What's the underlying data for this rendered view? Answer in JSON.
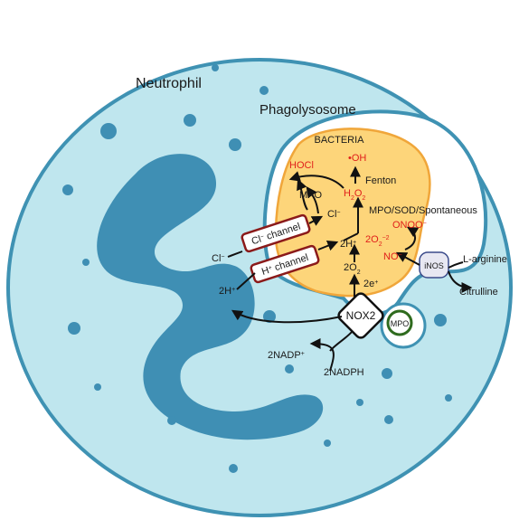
{
  "labels": {
    "neutrophil": "Neutrophil",
    "phagolysosome": "Phagolysosome",
    "bacteria": "BACTERIA",
    "oh": "•OH",
    "hocl": "HOCl",
    "fenton": "Fenton",
    "h2o2": "H",
    "h2o2_sub": "2",
    "h2o2_o": "O",
    "h2o2_sub2": "2",
    "mpo_top": "MPO",
    "cl_minus_in": "Cl",
    "cl_sup": "−",
    "mpo_sod": "MPO/SOD/Spontaneous",
    "onoo": "ONOO",
    "onoo_sup": "−",
    "two_h_in": "2H",
    "two_h_in_sup": "+",
    "two_o2_radical": "2O",
    "two_o2_radical_sub": "2",
    "two_o2_radical_sup": "−2",
    "no": "NO",
    "no_sup": "−",
    "two_o2": "2O",
    "two_o2_sub": "2",
    "two_e": "2e",
    "two_e_sup": "+",
    "cl_channel": "Cl",
    "cl_channel_sup": "−",
    "cl_channel_word": " channel",
    "h_channel": "H",
    "h_channel_sup": "+",
    "h_channel_word": " channel",
    "cl_out": "Cl",
    "cl_out_sup": "−",
    "two_h_out": "2H",
    "two_h_out_sup": "+",
    "inos": "iNOS",
    "l_arginine": "L-arginine",
    "citrulline": "Citrulline",
    "nox2": "NOX2",
    "mpo_granule": "MPO",
    "two_nadp": "2NADP",
    "two_nadp_sup": "+",
    "two_nadph": "2NADPH"
  },
  "colors": {
    "cell_fill": "#bfe6ee",
    "cell_stroke": "#3f92b3",
    "nucleus": "#3f8fb4",
    "granule": "#3f8fb4",
    "phagolysosome_fill": "#ffffff",
    "phagolysosome_stroke": "#3f92b3",
    "bacteria_fill": "#fdd57a",
    "bacteria_stroke": "#f0a63a",
    "red_text": "#e0201b",
    "channel_stroke": "#8b1a1a",
    "mpo_granule_stroke": "#2f6b1e"
  }
}
